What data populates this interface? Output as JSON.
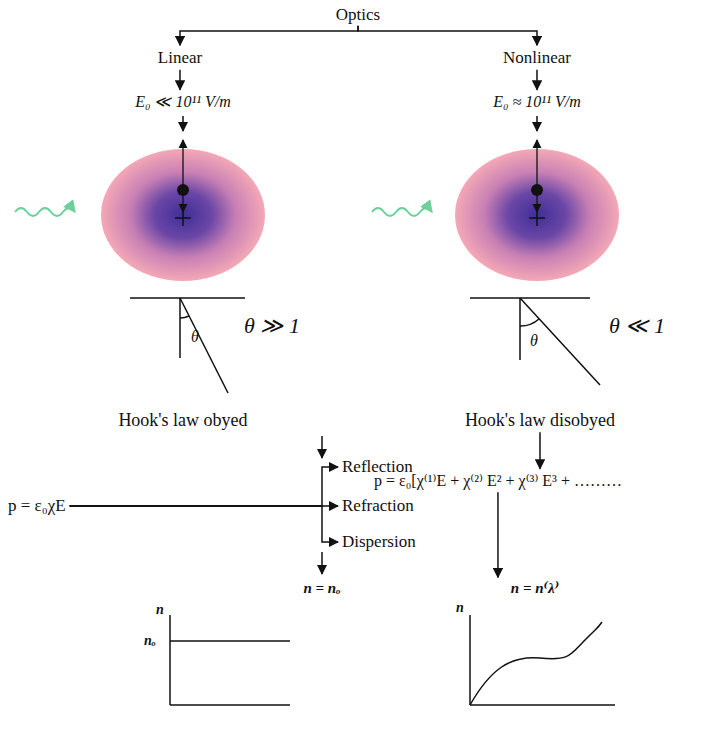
{
  "diagram": {
    "nodes": [
      {
        "text": [
          "Optics"
        ]
      },
      {
        "text": [
          "Linear"
        ]
      },
      {
        "text": [
          "Nonlinear"
        ]
      },
      {
        "text": [
          "E₀ ≪ 10¹¹ V/m"
        ]
      },
      {
        "text": [
          "E₀ ≈ 10¹¹ V/m"
        ]
      },
      {
        "text": [
          "Hook's law obyed"
        ]
      },
      {
        "text": [
          "Hook's law disobyed"
        ]
      },
      {
        "text": [
          "p = ε₀χE"
        ]
      },
      {
        "text": [
          "Reflection"
        ]
      },
      {
        "text": [
          "Refraction"
        ]
      },
      {
        "text": [
          "Dispersion"
        ]
      },
      {
        "text": [
          "p = ε₀[χ⁽¹⁾E + χ⁽²⁾ E² + χ⁽³⁾ E³ + ………"
        ]
      },
      {
        "text": [
          "n = nₒ"
        ]
      },
      {
        "text": [
          "n = n⁽λ⁾"
        ]
      }
    ],
    "edges": [
      {
        "from": 0,
        "to": 1,
        "arrow": "to"
      },
      {
        "from": 0,
        "to": 2,
        "arrow": "to"
      },
      {
        "from": 1,
        "to": 3,
        "arrow": "to"
      },
      {
        "from": 2,
        "to": 4,
        "arrow": "to"
      },
      {
        "from": 7,
        "to": 8,
        "arrow": "to"
      },
      {
        "from": 7,
        "to": 9,
        "arrow": "to"
      },
      {
        "from": 7,
        "to": 10,
        "arrow": "to"
      },
      {
        "from": 6,
        "to": 11,
        "arrow": "to"
      },
      {
        "from": 11,
        "to": 13,
        "arrow": "to"
      }
    ],
    "labels": [
      "θ ≫ 1",
      "θ",
      "θ ≪ 1",
      "θ",
      "n",
      "nₒ",
      "n"
    ]
  }
}
